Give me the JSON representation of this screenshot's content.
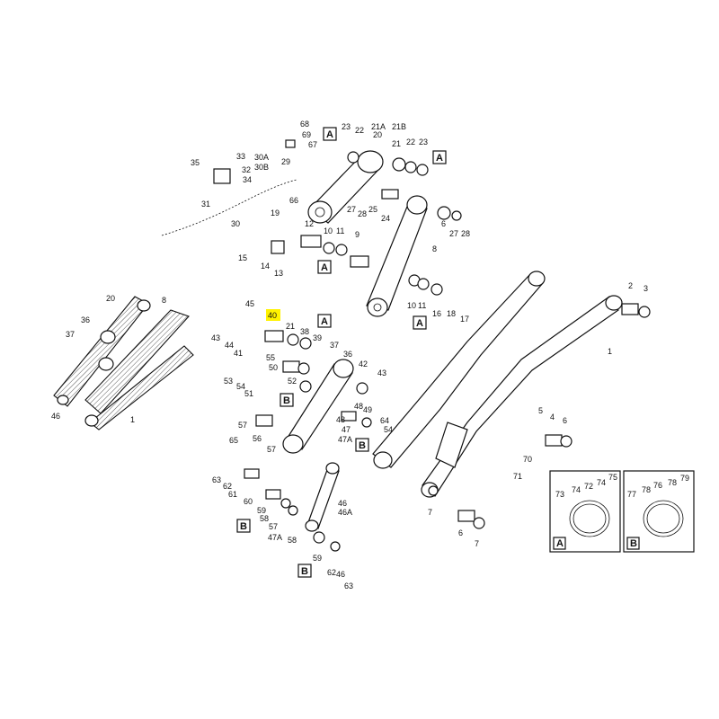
{
  "highlight": {
    "callout": "40",
    "color": "#fff200"
  },
  "callouts": {
    "c68": "68",
    "c69": "69",
    "c67": "67",
    "c23a": "23",
    "c22a": "22",
    "c21A": "21A",
    "c20a": "20",
    "c21B": "21B",
    "c21b1": "21",
    "c22b": "22",
    "c23b": "23",
    "c33": "33",
    "c35": "35",
    "c32": "32",
    "c34": "34",
    "c31": "31",
    "c30": "30",
    "c30A": "30A",
    "c30B": "30B",
    "c29": "29",
    "c66": "66",
    "c27a": "27",
    "c28a": "28",
    "c25": "25",
    "c24": "24",
    "c6a": "6",
    "c27b": "27",
    "c28b": "28",
    "c8a": "8",
    "c19": "19",
    "c12": "12",
    "c10a": "10",
    "c11a": "11",
    "c9": "9",
    "c15": "15",
    "c14": "14",
    "c13": "13",
    "c20b": "20",
    "c8b": "8",
    "c36a": "36",
    "c37a": "37",
    "c46a": "46",
    "c1a": "1",
    "c45": "45",
    "c40": "40",
    "c21c": "21",
    "c38": "38",
    "c39": "39",
    "c43a": "43",
    "c44": "44",
    "c41": "41",
    "c37b": "37",
    "c36b": "36",
    "c55": "55",
    "c50": "50",
    "c42": "42",
    "c43b": "43",
    "c53": "53",
    "c54a": "54",
    "c51": "51",
    "c52": "52",
    "c48a": "48",
    "c49": "49",
    "c48b": "48",
    "c47": "47",
    "c47A": "47A",
    "c64": "64",
    "c54b": "54",
    "c57a": "57",
    "c56": "56",
    "c57b": "57",
    "c65": "65",
    "c63a": "63",
    "c62a": "62",
    "c61": "61",
    "c60": "60",
    "c59a": "59",
    "c58a": "58",
    "c58b": "58",
    "c57c": "57",
    "c47Ab": "47A",
    "c46b": "46",
    "c46A": "46A",
    "c59b": "59",
    "c62b": "62",
    "c46c": "46",
    "c63b": "63",
    "c10b": "10",
    "c11b": "11",
    "c16": "16",
    "c18": "18",
    "c17": "17",
    "c1b": "1",
    "c2": "2",
    "c3": "3",
    "c5": "5",
    "c4": "4",
    "c6b": "6",
    "c70": "70",
    "c71": "71",
    "c7a": "7",
    "c6c": "6",
    "c7b": "7",
    "c73": "73",
    "c74": "74",
    "c72": "72",
    "c75": "75",
    "c77": "77",
    "c78": "78",
    "c76": "76",
    "c79": "79"
  },
  "boxes": {
    "bA1": "A",
    "bA2": "A",
    "bA3": "A",
    "bA4": "A",
    "bA5": "A",
    "bB1": "B",
    "bB2": "B",
    "bB3": "B",
    "bB4": "B",
    "insetA": "A",
    "insetB": "B"
  }
}
